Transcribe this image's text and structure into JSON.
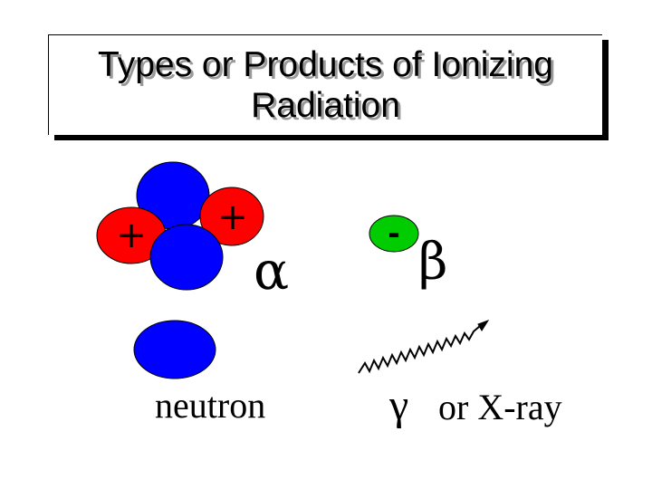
{
  "title": {
    "line1": "Types or Products of Ionizing",
    "line2": "Radiation"
  },
  "alpha": {
    "symbol": "α",
    "proton_sign": "+"
  },
  "beta": {
    "symbol": "β",
    "electron_sign": "-"
  },
  "neutron": {
    "label": "neutron"
  },
  "gamma": {
    "symbol": "γ",
    "label": "or X-ray"
  },
  "colors": {
    "proton": "#ff0000",
    "neutron": "#0000ff",
    "electron": "#00cc00",
    "title_shadow": "#000000",
    "text_shadow": "#9a9a9a"
  },
  "icons": {
    "alpha_particle": "alpha-particle-icon",
    "neutron": "neutron-icon",
    "electron": "electron-icon",
    "gamma_wave": "gamma-wave-icon"
  }
}
